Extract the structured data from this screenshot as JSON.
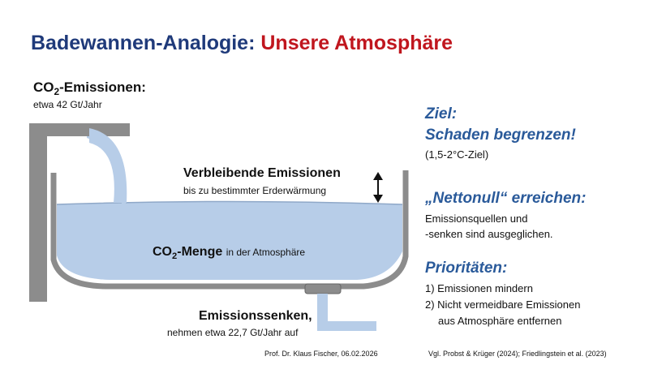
{
  "title": {
    "part1": "Badewannen-Analogie:",
    "part2": "Unsere Atmosphäre"
  },
  "emissions": {
    "label_pre": "CO",
    "label_sub": "2",
    "label_post": "-Emissionen:",
    "value": "etwa 42 Gt/Jahr"
  },
  "remaining": {
    "label": "Verbleibende Emissionen",
    "sublabel": "bis zu bestimmter Erderwärmung"
  },
  "co2_amount": {
    "label_pre": "CO",
    "label_sub": "2",
    "label_post": "-Menge",
    "suffix": "in der Atmosphäre"
  },
  "sinks": {
    "label": "Emissionssenken,",
    "value": "nehmen etwa 22,7 Gt/Jahr auf"
  },
  "credit": "Prof. Dr. Klaus Fischer, 06.02.2026",
  "reference": "Vgl. Probst & Krüger (2024); Friedlingstein et al. (2023)",
  "goal": {
    "heading1": "Ziel:",
    "heading2": "Schaden begrenzen!",
    "note": "(1,5-2°C-Ziel)"
  },
  "nettonull": {
    "heading": "„Nettonull“ erreichen:",
    "line1": "Emissionsquellen und",
    "line2": "-senken sind ausgeglichen."
  },
  "priorities": {
    "heading": "Prioritäten:",
    "item1": "1) Emissionen mindern",
    "item2": "2) Nicht vermeidbare Emissionen",
    "item2b": "aus Atmosphäre entfernen"
  },
  "colors": {
    "title_blue": "#1f3a7a",
    "title_red": "#c0161e",
    "water": "#b7cde8",
    "tub_gray": "#8c8c8c",
    "heading_blue": "#2a5a9a"
  }
}
